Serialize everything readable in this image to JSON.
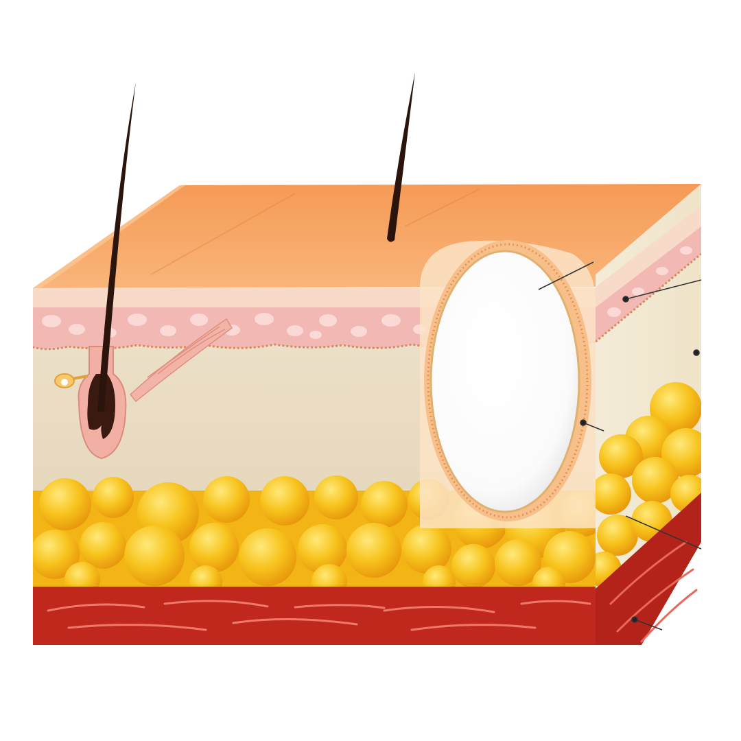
{
  "figure": {
    "title": "",
    "labels": []
  },
  "palette": {
    "background": "#ffffff",
    "epidermis_top": "#f7a05e",
    "epidermis_top_light": "#fbbf85",
    "epidermis_front": "#f7d7c4",
    "papillary_layer": "#f2b8b4",
    "papillary_cells": "#f9d9d6",
    "dermis": "#eadfc6",
    "fat": "#f6c31a",
    "fat_highlight": "#ffe66a",
    "fat_shadow": "#e49a0b",
    "muscle": "#c0281d",
    "muscle_fiber": "#f0786a",
    "cyst_fill": "#ffffff",
    "cyst_wall": "#f0a868",
    "hair": "#2a140c",
    "follicle": "#f2b0a4",
    "leader_line": "#333333"
  },
  "icons": [
    "hair-shaft",
    "hair-follicle",
    "sebaceous-gland",
    "arrector-pili-muscle",
    "epidermal-cyst",
    "fat-lobules",
    "muscle-fibers",
    "leader-line"
  ]
}
